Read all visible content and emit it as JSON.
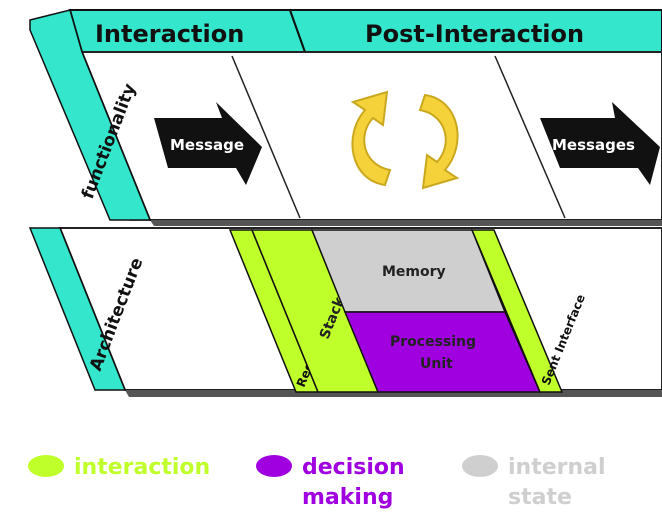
{
  "header": {
    "interaction_label": "Interaction",
    "post_interaction_label": "Post-Interaction"
  },
  "rows": {
    "functionality_label": "functionality",
    "architecture_label": "Architecture"
  },
  "functionality": {
    "message_in_label": "Message",
    "messages_out_label": "Messages",
    "cycle_icon": "refresh-cycle-icon"
  },
  "architecture": {
    "received_interface_label": "Received Interface",
    "stack_label": "Stack",
    "memory_label": "Memory",
    "processing_unit_line1": "Processing",
    "processing_unit_line2": "Unit",
    "sent_interface_label": "Sent Interface"
  },
  "legend": {
    "interaction_label": "interaction",
    "decision_label_line1": "decision",
    "decision_label_line2": "making",
    "internal_label_line1": "internal",
    "internal_label_line2": "state"
  },
  "colors": {
    "cyan": "#33e6cc",
    "lime": "#bfff2a",
    "purple": "#a000e0",
    "gray": "#cfcfcf",
    "cycle_yellow": "#f5d23a",
    "dark": "#111111"
  }
}
